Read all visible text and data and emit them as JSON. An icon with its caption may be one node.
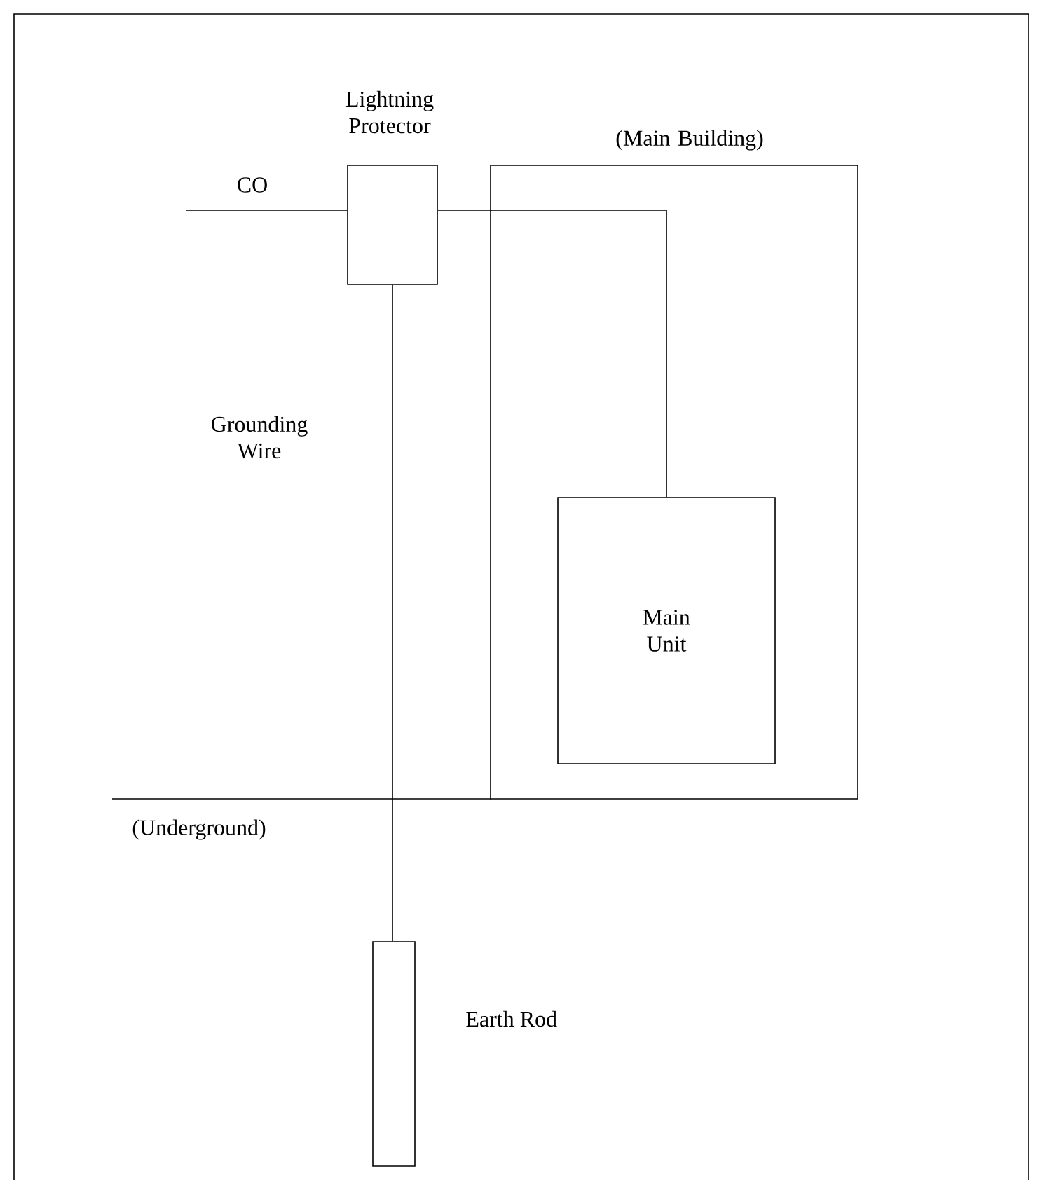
{
  "diagram": {
    "nodes": [
      {
        "text": [
          "Lightning Protector"
        ]
      },
      {
        "text": [
          "(Main Building)"
        ]
      },
      {
        "text": [
          "Main Unit"
        ],
        "in": 1
      },
      {
        "text": [],
        "shape": "bar",
        "beside": [
          "Earth Rod"
        ]
      }
    ],
    "edges": [
      {
        "from": null,
        "to": 0,
        "arrow": "none",
        "label": "CO"
      },
      {
        "from": 0,
        "to": 2,
        "arrow": "none"
      },
      {
        "from": 0,
        "to": 3,
        "arrow": "none",
        "label": "Grounding Wire"
      }
    ],
    "labels": [
      "(Underground)"
    ]
  }
}
